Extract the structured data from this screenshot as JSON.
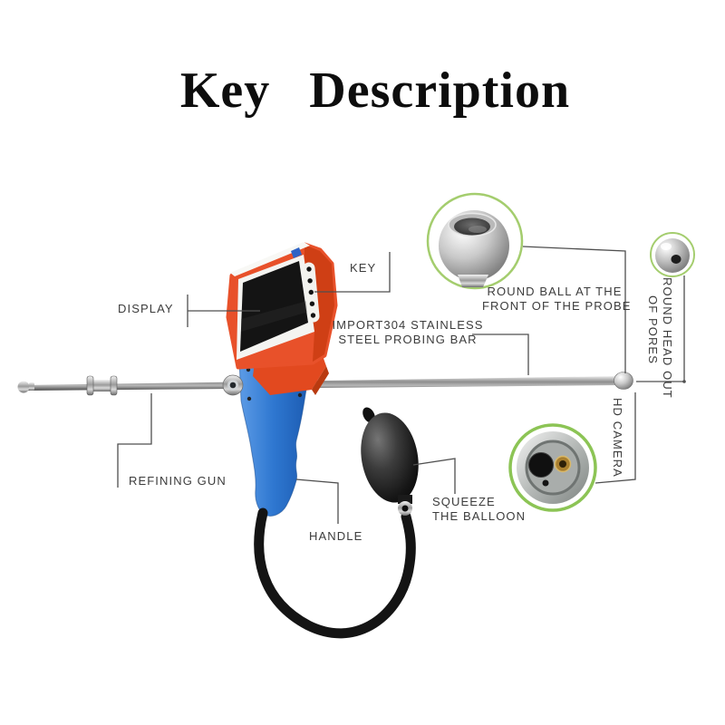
{
  "title": "Key Description",
  "callouts": {
    "display": "DISPLAY",
    "key": "KEY",
    "probing_bar_1": "IMPORT304 STAINLESS",
    "probing_bar_2": "STEEL PROBING BAR",
    "round_ball_1": "ROUND BALL AT THE",
    "round_ball_2": "FRONT OF THE PROBE",
    "round_head_1": "ROUND HEAD OUT",
    "round_head_2": "OF PORES",
    "hd_camera": "HD CAMERA",
    "refining_gun": "REFINING GUN",
    "handle": "HANDLE",
    "squeeze_1": "SQUEEZE",
    "squeeze_2": "THE BALLOON"
  },
  "colors": {
    "device_orange": "#e8512a",
    "device_orange_dark": "#cf3f15",
    "device_blue": "#2f78d2",
    "inset_ring_green": "#a4cd6e",
    "leader_line": "#4f4f4f",
    "label_text": "#3c3c3c",
    "title_text": "#0d0d0d",
    "background": "#ffffff"
  }
}
